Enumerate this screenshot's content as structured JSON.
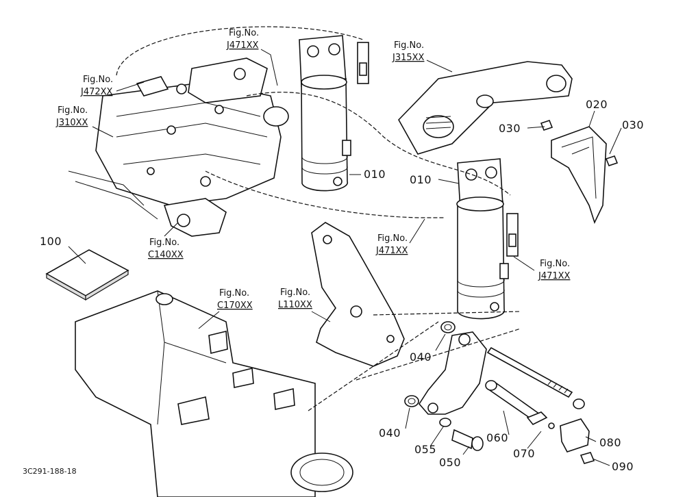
{
  "drawing_code": "3C291-188-18",
  "fig_refs": [
    {
      "id": "j471-top",
      "label": "Fig.No.",
      "code": "J471XX"
    },
    {
      "id": "j315",
      "label": "Fig.No.",
      "code": "J315XX"
    },
    {
      "id": "j472",
      "label": "Fig.No.",
      "code": "J472XX"
    },
    {
      "id": "j310",
      "label": "Fig.No.",
      "code": "J310XX"
    },
    {
      "id": "c140",
      "label": "Fig.No.",
      "code": "C140XX"
    },
    {
      "id": "j471-mid",
      "label": "Fig.No.",
      "code": "J471XX"
    },
    {
      "id": "j471-right",
      "label": "Fig.No.",
      "code": "J471XX"
    },
    {
      "id": "c170",
      "label": "Fig.No.",
      "code": "C170XX"
    },
    {
      "id": "l110",
      "label": "Fig.No.",
      "code": "L110XX"
    }
  ],
  "part_numbers": {
    "p010a": "010",
    "p010b": "010",
    "p020": "020",
    "p030a": "030",
    "p030b": "030",
    "p040a": "040",
    "p040b": "040",
    "p050": "050",
    "p055": "055",
    "p060": "060",
    "p070": "070",
    "p080": "080",
    "p090": "090",
    "p100": "100"
  }
}
